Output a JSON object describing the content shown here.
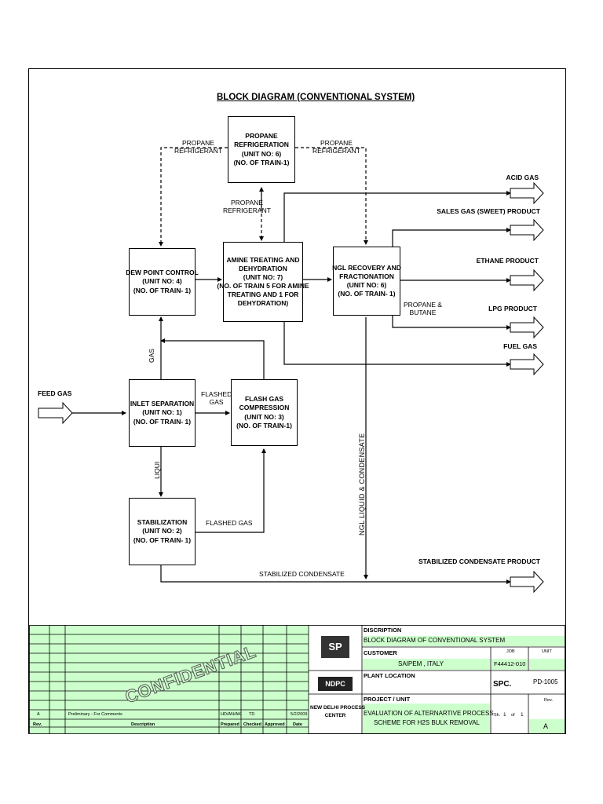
{
  "title": "BLOCK DIAGRAM (CONVENTIONAL SYSTEM)",
  "boxes": {
    "propane_refrigeration": [
      "PROPANE",
      "REFRIGERATION",
      "(UNIT NO: 6)",
      "(NO. OF TRAIN-1)"
    ],
    "dew_point": [
      "DEW POINT CONTROL",
      "(UNIT NO: 4)",
      "(NO. OF TRAIN- 1)"
    ],
    "amine": [
      "AMINE TREATING AND",
      "DEHYDRATION",
      "(UNIT NO: 7)",
      "(NO. OF TRAIN 5 FOR AMINE",
      "TREATING AND 1 FOR",
      "DEHYDRATION)"
    ],
    "ngl": [
      "NGL RECOVERY AND",
      "FRACTIONATION",
      "(UNIT NO: 6)",
      "(NO. OF TRAIN- 1)"
    ],
    "inlet": [
      "INLET SEPARATION",
      "(UNIT NO: 1)",
      "(NO. OF TRAIN- 1)"
    ],
    "flash": [
      "FLASH GAS",
      "COMPRESSION",
      "(UNIT NO: 3)",
      "(NO. OF TRAIN-1)"
    ],
    "stabilization": [
      "STABILIZATION",
      "(UNIT NO: 2)",
      "(NO. OF TRAIN- 1)"
    ]
  },
  "labels": {
    "propane_refrigerant_left": [
      "PROPANE",
      "REFRIGERANT"
    ],
    "propane_refrigerant_right": [
      "PROPANE",
      "REFRIGERANT"
    ],
    "propane_refrigerant_mid": [
      "PROPANE",
      "REFRIGERANT"
    ],
    "gas": "GAS",
    "liquid": "LIQUI",
    "flashed_gas_top": [
      "FLASHED",
      "GAS"
    ],
    "flashed_gas_bottom": "FLASHED GAS",
    "stabilized_condensate": "STABILIZED CONDENSATE",
    "ngl_liquid": "NGL LIQUID & CONDENSATE",
    "propane_butane": [
      "PROPANE &",
      "BUTANE"
    ],
    "feed_gas": "FEED GAS"
  },
  "products": {
    "acid_gas": "ACID GAS",
    "sales_gas": "SALES GAS (SWEET) PRODUCT",
    "ethane": "ETHANE PRODUCT",
    "lpg": "LPG PRODUCT",
    "fuel_gas": "FUEL GAS",
    "stabilized_condensate_product": "STABILIZED CONDENSATE PRODUCT"
  },
  "title_block": {
    "discription_label": "DISCRIPTION",
    "discription_value": "BLOCK DIAGRAM OF CONVENTIONAL SYSTEM",
    "customer_label": "CUSTOMER",
    "customer_value": "SAIPEM , ITALY",
    "job_label": "JOB",
    "job_value": "F44412-010",
    "unit_label": "UNIT",
    "plant_location_label": "PLANT LOCATION",
    "spc": "SPC.",
    "doc_no": "PD-1005",
    "project_label": "PROJECT / UNIT",
    "project_value": [
      "EVALUATION OF ALTERNARTIVE PROCESS",
      "SCHEME FOR H2S BULK REMOVAL"
    ],
    "rev_label": "Rev.",
    "rev_value": "A",
    "sh_label": "Sh.",
    "sh_value": "1",
    "of_label": "of",
    "of_value": "1",
    "logo_top": "SP",
    "logo_ndpc": "NDPC",
    "company": [
      "NEW DELHI PROCESS",
      "CENTER"
    ],
    "stamp": "CONFIDENTIAL",
    "rev_row": {
      "rev": "A",
      "description": "Preliminary - For Comments",
      "prepared": "HD/AN/AK",
      "checked": "TD",
      "approved": "",
      "date": "5/2/2009"
    },
    "headers": {
      "rev": "Rev.",
      "description": "Description",
      "prepared": "Prepared",
      "checked": "Checked",
      "approved": "Approved",
      "date": "Date"
    }
  }
}
